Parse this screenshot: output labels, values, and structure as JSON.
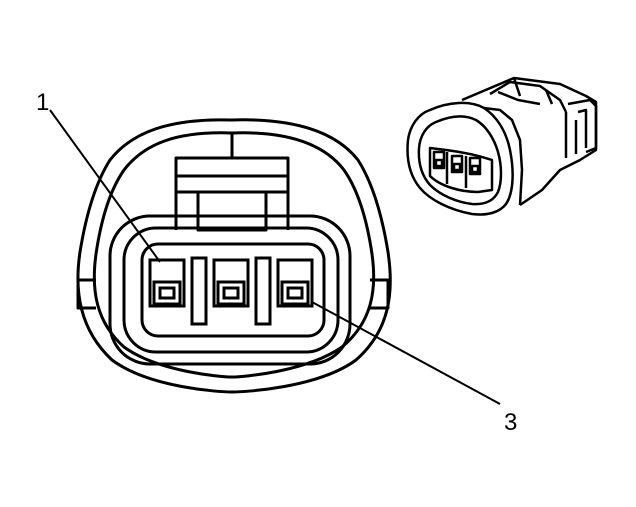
{
  "diagram": {
    "callouts": [
      {
        "label": "1"
      },
      {
        "label": "3"
      }
    ],
    "colors": {
      "line": "#000000",
      "background": "#ffffff"
    },
    "icons": [
      "connector-face-view",
      "connector-isometric-view",
      "pin-terminal"
    ]
  }
}
